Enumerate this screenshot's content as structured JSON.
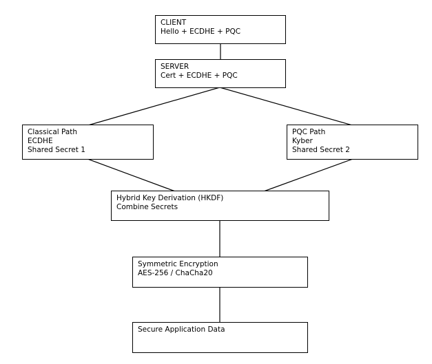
{
  "diagram": {
    "background_color": "#ffffff",
    "box_fill_color": "#ffffff",
    "box_border_color": "#000000",
    "text_color": "#000000",
    "nodes": {
      "client": {
        "lines": [
          "CLIENT",
          "Hello + ECDHE + PQC"
        ]
      },
      "server": {
        "lines": [
          "SERVER",
          "Cert + ECDHE + PQC"
        ]
      },
      "classical_path": {
        "lines": [
          "Classical Path",
          "ECDHE",
          "Shared Secret 1"
        ]
      },
      "pqc_path": {
        "lines": [
          "PQC Path",
          "Kyber",
          "Shared Secret 2"
        ]
      },
      "hkdf": {
        "lines": [
          "Hybrid Key Derivation (HKDF)",
          "Combine Secrets"
        ]
      },
      "symmetric_encryption": {
        "lines": [
          "Symmetric Encryption",
          "AES-256 / ChaCha20"
        ]
      },
      "secure_data": {
        "lines": [
          "Secure Application Data"
        ]
      }
    },
    "edges": [
      {
        "from": "client",
        "to": "server"
      },
      {
        "from": "server",
        "to": "classical_path"
      },
      {
        "from": "server",
        "to": "pqc_path"
      },
      {
        "from": "classical_path",
        "to": "hkdf"
      },
      {
        "from": "pqc_path",
        "to": "hkdf"
      },
      {
        "from": "hkdf",
        "to": "symmetric_encryption"
      },
      {
        "from": "symmetric_encryption",
        "to": "secure_data"
      }
    ]
  }
}
